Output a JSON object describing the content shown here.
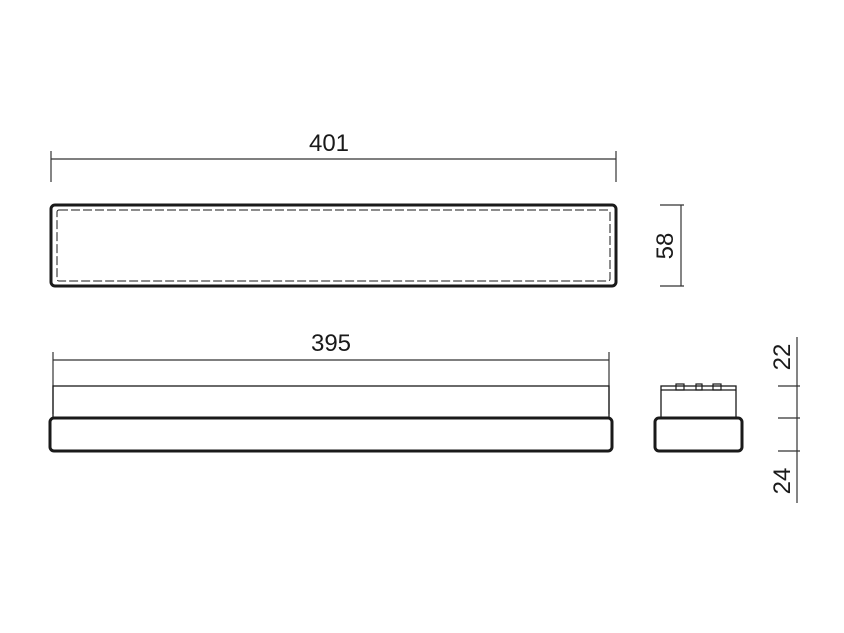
{
  "dimensions": {
    "top_width": "401",
    "top_height": "58",
    "side_width": "395",
    "upper_height": "22",
    "lower_height": "24"
  },
  "colors": {
    "outline": "#1a1a1a",
    "dim_line": "#333333"
  }
}
